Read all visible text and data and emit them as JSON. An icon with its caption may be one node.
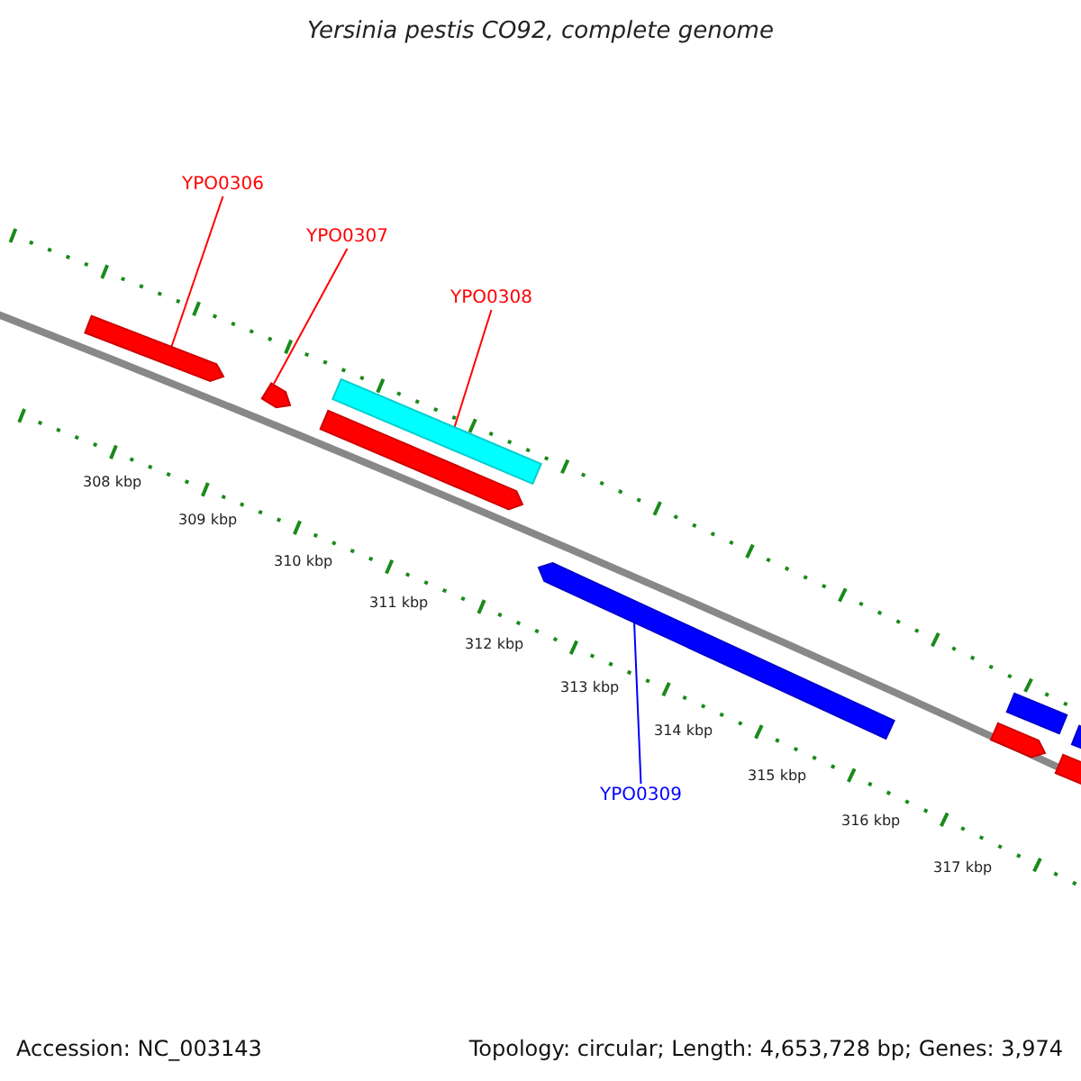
{
  "diagram": {
    "title": "Yersinia pestis CO92, complete genome",
    "nodes": [
      {
        "text": [
          "YPO0306"
        ]
      },
      {
        "text": [
          "YPO0307"
        ]
      },
      {
        "text": [
          "YPO0308"
        ]
      },
      {
        "text": [],
        "shape": "bar"
      },
      {
        "text": [],
        "shape": "bar"
      },
      {
        "text": [],
        "shape": "bar"
      },
      {
        "text": [],
        "shape": "bar"
      },
      {
        "text": [],
        "shape": "bar"
      },
      {
        "text": [
          "YPO0309"
        ]
      },
      {
        "text": [],
        "shape": "bar"
      },
      {
        "text": [],
        "shape": "bar"
      },
      {
        "text": [],
        "shape": "bar"
      },
      {
        "text": [],
        "shape": "bar"
      }
    ],
    "edges": [
      {
        "from": 0,
        "to": 3,
        "arrow": "none"
      },
      {
        "from": 1,
        "to": 4,
        "arrow": "none"
      },
      {
        "from": 2,
        "to": 5,
        "arrow": "none"
      },
      {
        "from": 8,
        "to": 7,
        "arrow": "none",
        "color": "#0000ff"
      }
    ],
    "labels": [
      "308 kbp",
      "309 kbp",
      "310 kbp",
      "311 kbp",
      "312 kbp",
      "313 kbp",
      "314 kbp",
      "315 kbp",
      "316 kbp",
      "317 kbp",
      "Accession: NC_003143",
      "Topology: circular; Length: 4,653,728 bp; Genes: 3,974"
    ]
  }
}
